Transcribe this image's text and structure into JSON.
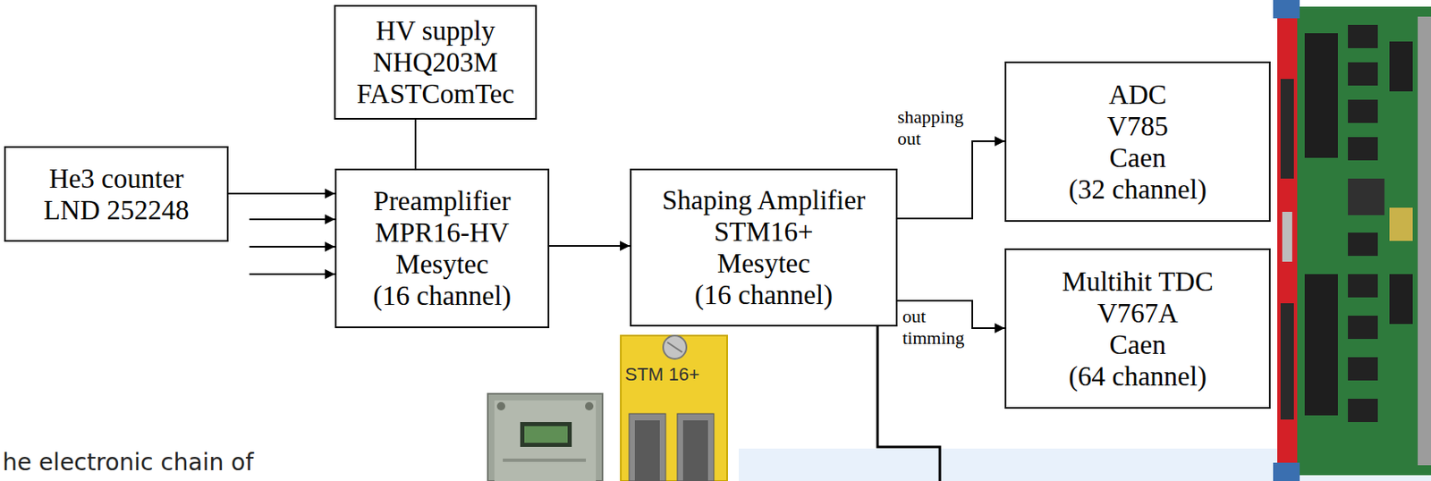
{
  "diagram": {
    "nodes": [
      {
        "text": [
          "He3 counter LND 252248"
        ]
      },
      {
        "text": [
          "HV supply NHQ203M FASTComTec"
        ]
      },
      {
        "text": [
          "Preamplifier MPR16-HV Mesytec (16 channel)"
        ]
      },
      {
        "text": [
          "Shaping Amplifier STM16+ Mesytec (16 channel)"
        ]
      },
      {
        "text": [
          "ADC V785 Caen (32 channel)"
        ]
      },
      {
        "text": [
          "Multihit TDC V767A Caen (64 channel)"
        ]
      }
    ],
    "edges": [
      {
        "from": 0,
        "to": 2,
        "arrow": "to"
      },
      {
        "from": 1,
        "to": 2,
        "arrow": "none"
      },
      {
        "from": 2,
        "to": 3,
        "arrow": "to"
      },
      {
        "from": 3,
        "to": 4,
        "label": "shapping out",
        "arrow": "to"
      },
      {
        "from": 3,
        "to": 5,
        "label": "out timming",
        "arrow": "to"
      }
    ],
    "labels": [
      "he electronic chain of",
      "STM 16+"
    ]
  }
}
